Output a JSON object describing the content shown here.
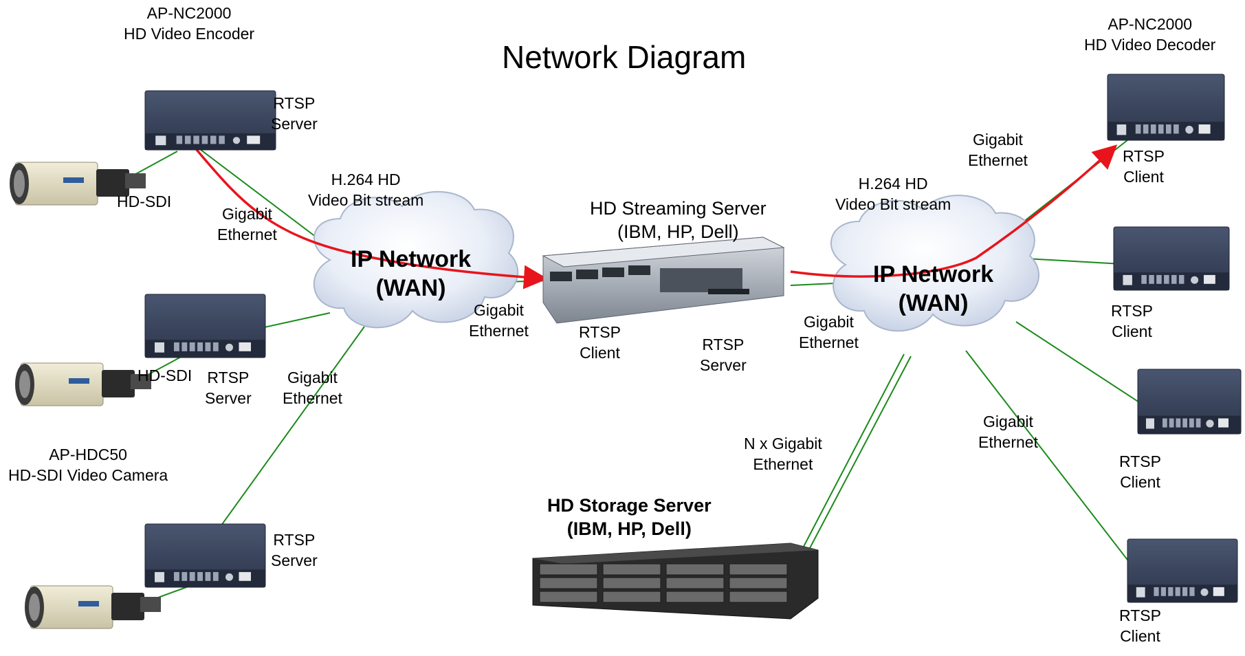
{
  "diagram": {
    "title": "Network Diagram",
    "colors": {
      "link": "#1a8a1a",
      "stream": "#e8141c",
      "device": "#2f3a52",
      "cloud": "#dfe6f3"
    },
    "clouds": [
      {
        "name": "wan-left",
        "line1": "IP Network",
        "line2": "(WAN)"
      },
      {
        "name": "wan-right",
        "line1": "IP Network",
        "line2": "(WAN)"
      }
    ],
    "labels": {
      "encoder_top": {
        "line1": "AP-NC2000",
        "line2": "HD Video Encoder"
      },
      "decoder_top": {
        "line1": "AP-NC2000",
        "line2": "HD Video Decoder"
      },
      "camera": {
        "line1": "AP-HDC50",
        "line2": "HD-SDI  Video Camera"
      },
      "streaming_server": {
        "line1": "HD Streaming Server",
        "line2": "(IBM, HP, Dell)"
      },
      "storage_server": {
        "line1": "HD Storage Server",
        "line2": "(IBM, HP, Dell)"
      },
      "enc1_rtsp": {
        "line1": "RTSP",
        "line2": "Server"
      },
      "enc2_rtsp": {
        "line1": "RTSP",
        "line2": "Server"
      },
      "enc3_rtsp": {
        "line1": "RTSP",
        "line2": "Server"
      },
      "hdsdi_1": "HD-SDI",
      "hdsdi_2": "HD-SDI",
      "gig_enc1": {
        "line1": "Gigabit",
        "line2": "Ethernet"
      },
      "gig_enc3": {
        "line1": "Gigabit",
        "line2": "Ethernet"
      },
      "h264_left": {
        "line1": "H.264 HD",
        "line2": "Video Bit stream"
      },
      "h264_right": {
        "line1": "H.264 HD",
        "line2": "Video Bit stream"
      },
      "gig_server_left": {
        "line1": "Gigabit",
        "line2": "Ethernet"
      },
      "gig_server_right": {
        "line1": "Gigabit",
        "line2": "Ethernet"
      },
      "server_rtsp_client": {
        "line1": "RTSP",
        "line2": "Client"
      },
      "server_rtsp_server": {
        "line1": "RTSP",
        "line2": "Server"
      },
      "gig_dec1": {
        "line1": "Gigabit",
        "line2": "Ethernet"
      },
      "gig_dec_bottom": {
        "line1": "Gigabit",
        "line2": "Ethernet"
      },
      "n_gigabit": {
        "line1": "N x Gigabit",
        "line2": "Ethernet"
      },
      "dec1_rtsp": {
        "line1": "RTSP",
        "line2": "Client"
      },
      "dec2_rtsp": {
        "line1": "RTSP",
        "line2": "Client"
      },
      "dec3_rtsp": {
        "line1": "RTSP",
        "line2": "Client"
      },
      "dec4_rtsp": {
        "line1": "RTSP",
        "line2": "Client"
      }
    }
  }
}
